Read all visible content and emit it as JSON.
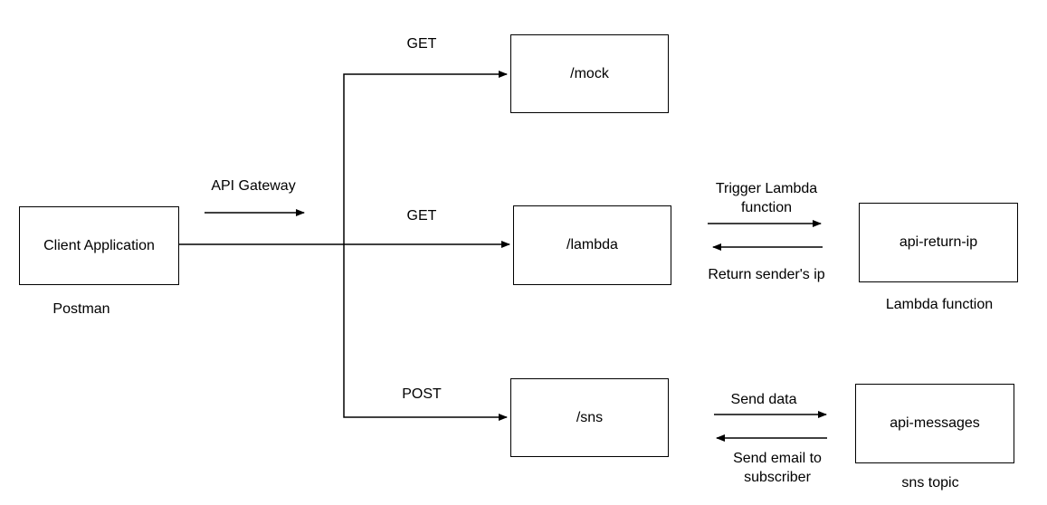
{
  "nodes": {
    "client": "Client Application",
    "mock": "/mock",
    "lambda": "/lambda",
    "sns": "/sns",
    "api_return_ip": "api-return-ip",
    "api_messages": "api-messages"
  },
  "labels": {
    "postman": "Postman",
    "api_gateway": "API Gateway",
    "get_mock": "GET",
    "get_lambda": "GET",
    "post_sns": "POST",
    "trigger_lambda": "Trigger Lambda function",
    "return_ip": "Return sender's ip",
    "lambda_function": "Lambda function",
    "send_data": "Send data",
    "send_email": "Send email to subscriber",
    "sns_topic": "sns topic"
  }
}
